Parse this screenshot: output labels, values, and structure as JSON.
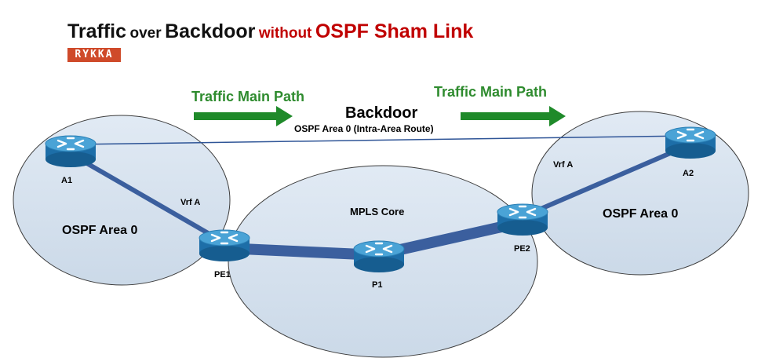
{
  "title": {
    "part1": "Traffic",
    "part2": "over",
    "part3": "Backdoor",
    "part4": "without",
    "part5": "OSPF Sham Link"
  },
  "logo": "RYKKA",
  "labels": {
    "traffic_left": "Traffic Main Path",
    "traffic_right": "Traffic Main Path",
    "backdoor": "Backdoor",
    "backdoor_sub": "OSPF Area 0 (Intra-Area  Route)",
    "vrf_left": "Vrf A",
    "vrf_right": "Vrf A",
    "area_left": "OSPF Area 0",
    "area_right": "OSPF Area 0",
    "mpls": "MPLS Core"
  },
  "routers": {
    "a1": "A1",
    "a2": "A2",
    "pe1": "PE1",
    "p1": "P1",
    "pe2": "PE2"
  },
  "colors": {
    "area_fill": "#d6e2ef",
    "area_stroke": "#3c3c3c",
    "link": "#3b5f9e",
    "router_top": "#3a8fc4",
    "router_body": "#1f6fa8",
    "arrow": "#1f8a2a",
    "label_green": "#2e8b2e"
  }
}
